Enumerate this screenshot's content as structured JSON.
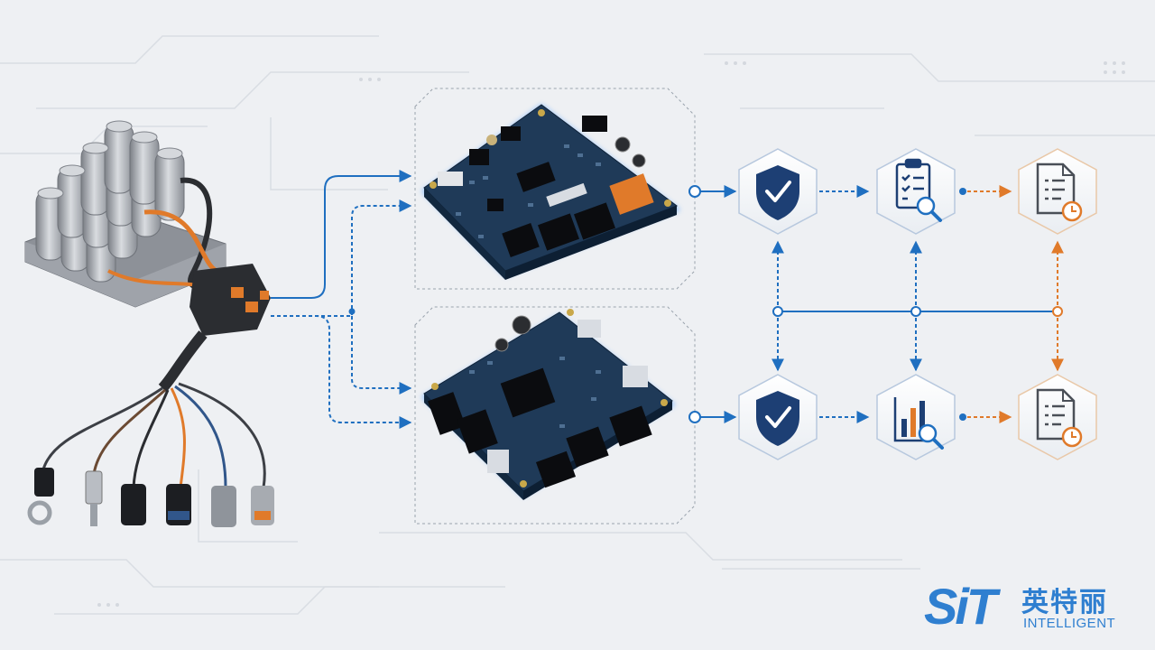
{
  "logo": {
    "mark": "SiT",
    "chinese": "英特丽",
    "english": "INTELLIGENT"
  },
  "colors": {
    "background": "#eef0f3",
    "flow_blue": "#1f6fc0",
    "accent_orange": "#e07a2a",
    "icon_navy": "#1d3f74",
    "pcb_blue": "#1d3550",
    "logo_blue": "#2f7fd0"
  },
  "icons": [
    "battery-pack-icon",
    "wiring-harness-icon",
    "circuit-board-icon",
    "shield-check-icon",
    "checklist-search-icon",
    "chart-search-icon",
    "document-clock-icon"
  ]
}
